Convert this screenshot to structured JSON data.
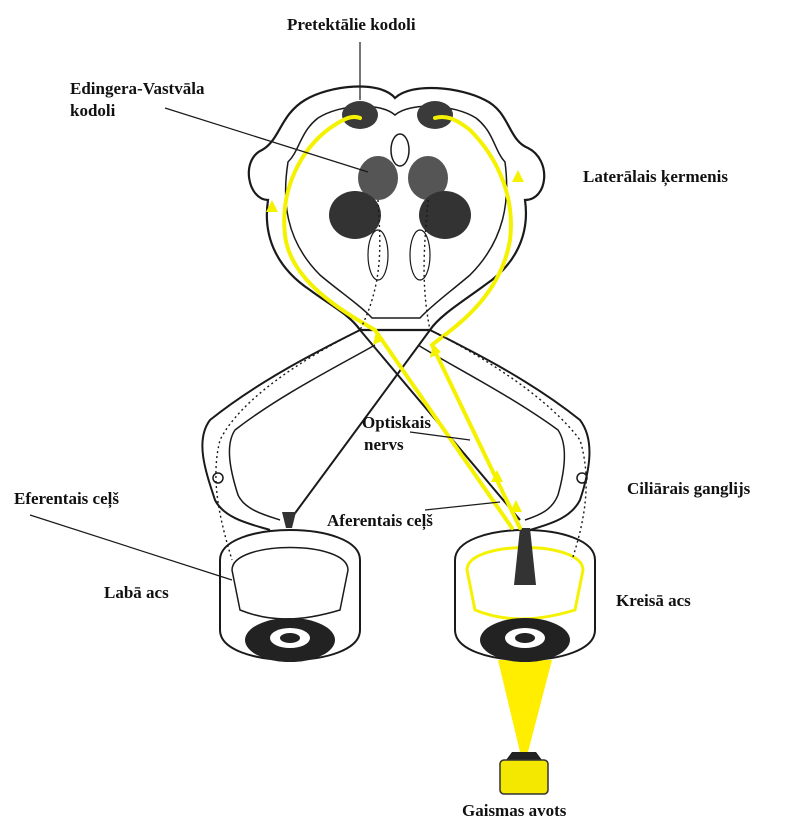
{
  "labels": {
    "pretectal": "Pretektālie kodoli",
    "edinger_line1": "Edingera-Vastvāla",
    "edinger_line2": "kodoli",
    "lateral_body": "Laterālais ķermenis",
    "optic_line1": "Optiskais",
    "optic_line2": "nervs",
    "efferent": "Eferentais ceļš",
    "ciliary": "Ciliārais ganglijs",
    "afferent": "Aferentais ceļš",
    "right_eye": "Labā acs",
    "left_eye": "Kreisā acs",
    "light_source": "Gaismas avots"
  },
  "colors": {
    "afferent_path": "#f5f200",
    "outline": "#1a1a1a",
    "nucleus": "#3a3a3a",
    "light_beam": "#ffee00"
  }
}
